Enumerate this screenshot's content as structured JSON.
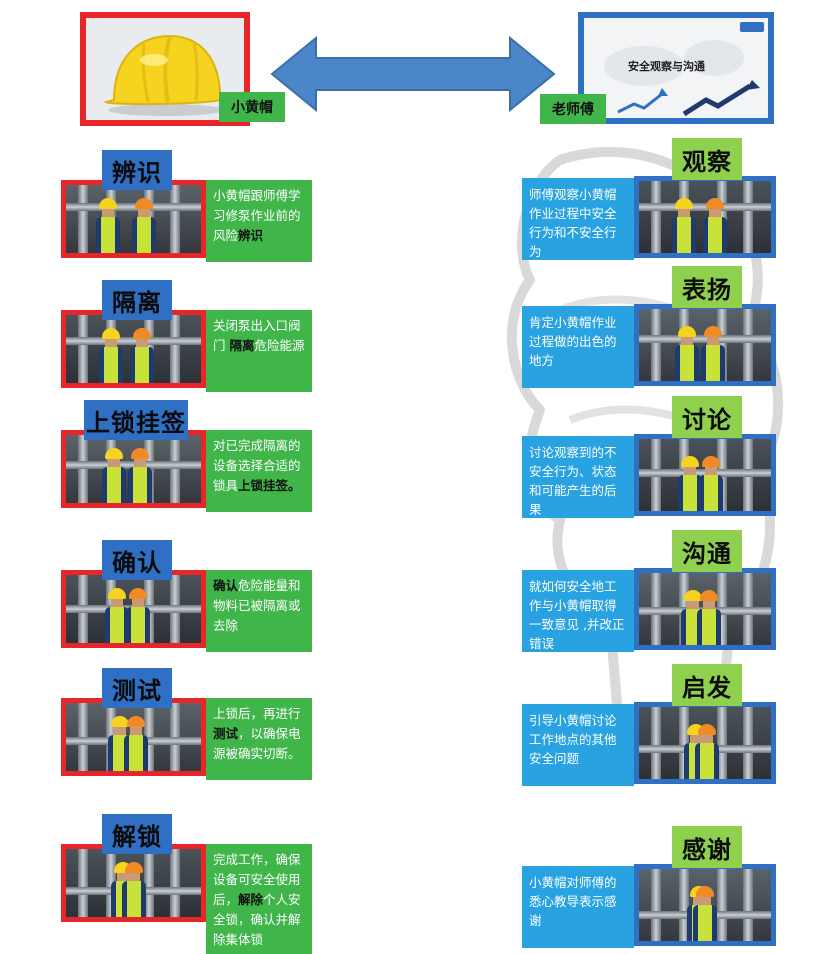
{
  "header": {
    "left_label": "小黄帽",
    "right_label": "老师傅",
    "slide_title": "安全观察与沟通"
  },
  "left_steps": [
    {
      "title": "辨识",
      "desc": [
        {
          "t": "小黄帽跟师傅"
        },
        {
          "t": "学习修泵作业"
        },
        {
          "t": "前的风险"
        },
        {
          "t": "辨识",
          "b": true
        }
      ]
    },
    {
      "title": "隔离",
      "desc": [
        {
          "t": "关闭泵出入口"
        },
        {
          "t": "阀门 "
        },
        {
          "t": "隔离",
          "b": true
        },
        {
          "t": "危险"
        },
        {
          "t": "能源"
        }
      ]
    },
    {
      "title": "上锁挂签",
      "desc": [
        {
          "t": "对已完成隔离的"
        },
        {
          "t": "设备选择合适的"
        },
        {
          "t": "锁具"
        },
        {
          "t": "上锁挂签。",
          "b": true
        }
      ]
    },
    {
      "title": "确认",
      "desc": [
        {
          "t": "确认",
          "b": true
        },
        {
          "t": "危险能量和"
        },
        {
          "t": "物料已被隔离或"
        },
        {
          "t": "去除"
        }
      ]
    },
    {
      "title": "测试",
      "desc": [
        {
          "t": "上锁后，再进行"
        },
        {
          "t": "测试",
          "b": true
        },
        {
          "t": "，以确保电"
        },
        {
          "t": "源被确实切断。"
        }
      ]
    },
    {
      "title": "解锁",
      "desc": [
        {
          "t": "完成工作，确保"
        },
        {
          "t": "设备可安全使用"
        },
        {
          "t": "后，"
        },
        {
          "t": "解除",
          "b": true
        },
        {
          "t": "个人安"
        },
        {
          "t": "全锁，确认并解"
        },
        {
          "t": "除集体锁"
        }
      ]
    }
  ],
  "right_steps": [
    {
      "title": "观察",
      "desc": "师傅观察小黄帽作业过程中安全行为和不安全行为"
    },
    {
      "title": "表扬",
      "desc": "肯定小黄帽作业过程做的出色的地方"
    },
    {
      "title": "讨论",
      "desc": "讨论观察到的不安全行为、状态和可能产生的后果"
    },
    {
      "title": "沟通",
      "desc": "就如何安全地工作与小黄帽取得一致意见 ,并改正错误"
    },
    {
      "title": "启发",
      "desc": "引导小黄帽讨论工作地点的其他安全问题"
    },
    {
      "title": "感谢",
      "desc": "小黄帽对师傅的悉心教导表示感谢"
    }
  ],
  "colors": {
    "red": "#e8262a",
    "blue": "#2f6fc4",
    "green": "#3fb54a",
    "light_green": "#8fd14f",
    "cyan": "#28a2e0",
    "arrow": "#4a86c8"
  },
  "icons": {
    "hat": "yellow-hard-hat",
    "arrow": "double-headed-arrow",
    "trend": "upward-trend-arrows",
    "background": "hand-outline-watermark"
  }
}
